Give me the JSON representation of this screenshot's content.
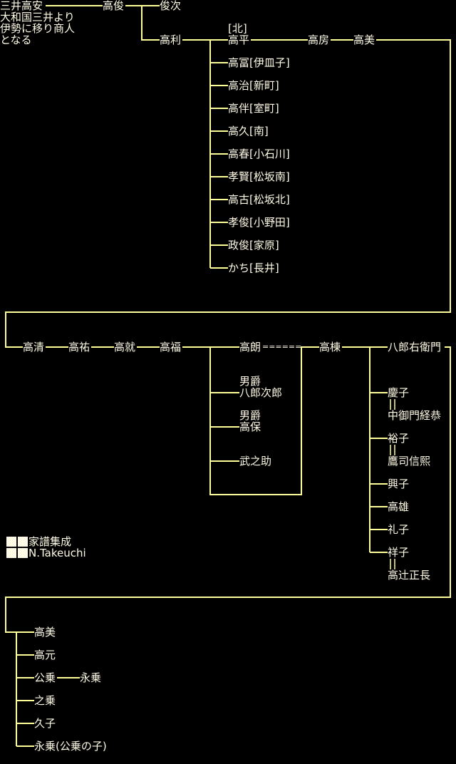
{
  "colors": {
    "line": "#ffff99",
    "text": "#fffbe6",
    "background": "#000000"
  },
  "gen1": {
    "founder": "三井高安",
    "note": [
      "大和国三井より",
      "伊勢に移り商人",
      "となる"
    ]
  },
  "gen2": {
    "takatoshi_father": "高俊",
    "toshitsugu": "俊次",
    "takatoshi": "高利"
  },
  "takatoshi_children": [
    {
      "name": "高平",
      "house": "[北]"
    },
    {
      "name": "高冨[伊皿子]"
    },
    {
      "name": "高治[新町]"
    },
    {
      "name": "高伴[室町]"
    },
    {
      "name": "高久[南]"
    },
    {
      "name": "高春[小石川]"
    },
    {
      "name": "孝賢[松坂南]"
    },
    {
      "name": "高古[松坂北]"
    },
    {
      "name": "孝俊[小野田]"
    },
    {
      "name": "政俊[家原]"
    },
    {
      "name": "かち[長井]"
    }
  ],
  "main_line1": [
    "高房",
    "高美"
  ],
  "main_line2": [
    "高清",
    "高祐",
    "高就",
    "高福",
    "高朗",
    "======",
    "高棟",
    "八郎右衛門"
  ],
  "takaaki_children": [
    {
      "title": "男爵",
      "name": "八郎次郎"
    },
    {
      "title": "男爵",
      "name": "高保"
    },
    {
      "name": "武之助"
    }
  ],
  "takamine_children": [
    {
      "name": "慶子",
      "spouse": "中御門経恭"
    },
    {
      "name": "裕子",
      "spouse": "鷹司信熙"
    },
    {
      "name": "興子"
    },
    {
      "name": "高雄"
    },
    {
      "name": "礼子"
    },
    {
      "name": "祥子",
      "spouse": "高辻正長"
    }
  ],
  "last_gen": [
    "高美",
    "高元",
    "公乗",
    "永乗",
    "之乗",
    "久子",
    "永乗(公乗の子)"
  ],
  "credits": {
    "source": "家譜集成",
    "author": "N.Takeuchi"
  }
}
